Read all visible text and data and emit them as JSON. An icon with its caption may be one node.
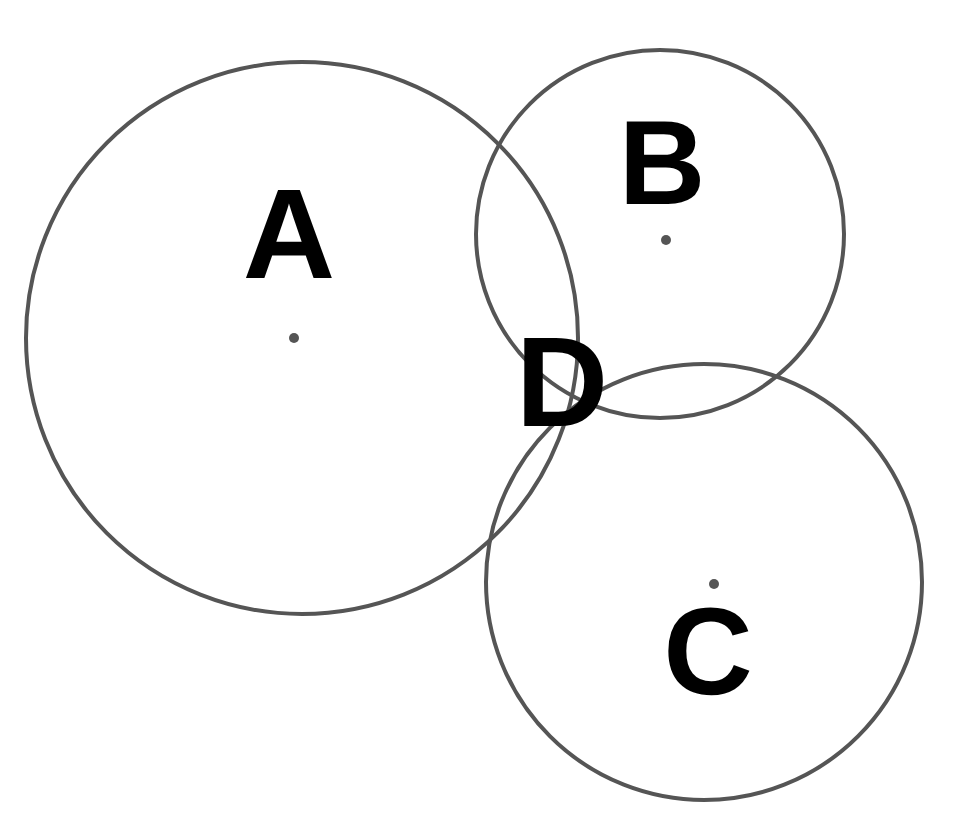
{
  "diagram": {
    "nodes": [
      {
        "text": [
          "A"
        ]
      },
      {
        "text": [
          "B"
        ]
      },
      {
        "text": [
          "C"
        ]
      }
    ],
    "labels": [
      "D"
    ]
  }
}
